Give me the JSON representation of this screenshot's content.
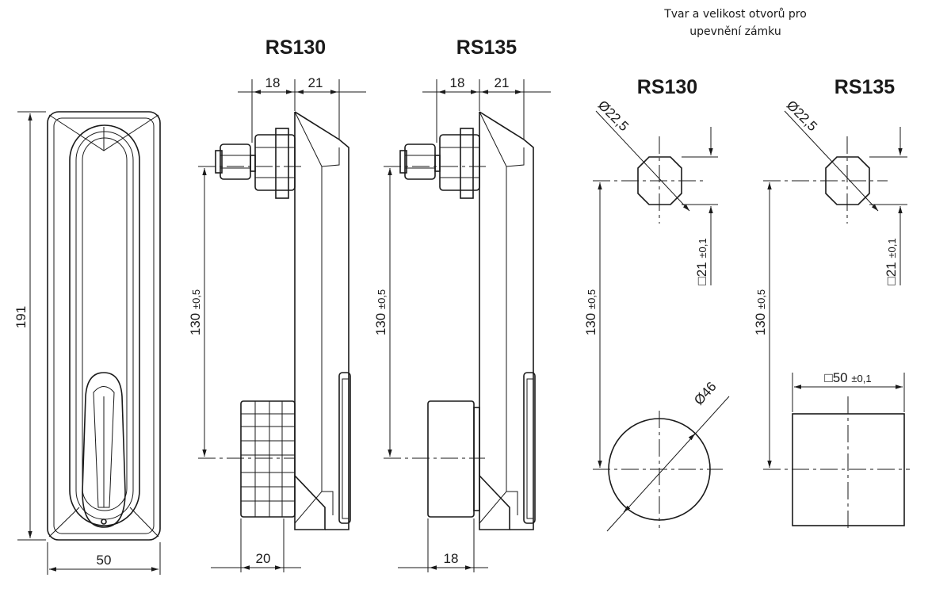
{
  "note": {
    "line1": "Tvar a velikost otvorů pro",
    "line2": "upevnění zámku"
  },
  "titles": {
    "side_rs130": "RS130",
    "side_rs135": "RS135",
    "hole_rs130": "RS130",
    "hole_rs135": "RS135"
  },
  "front_view": {
    "height": "191",
    "width": "50"
  },
  "side_rs130": {
    "dim_a": "18",
    "dim_b": "21",
    "spacing": "130",
    "spacing_tol": "±0,5",
    "bottom": "20"
  },
  "side_rs135": {
    "dim_a": "18",
    "dim_b": "21",
    "spacing": "130",
    "spacing_tol": "±0,5",
    "bottom": "18"
  },
  "hole_rs130": {
    "diameter_top": "Ø22,5",
    "square": "□21",
    "square_tol": "±0,1",
    "spacing": "130",
    "spacing_tol": "±0,5",
    "diameter_bottom": "Ø46"
  },
  "hole_rs135": {
    "diameter_top": "Ø22,5",
    "square": "□21",
    "square_tol": "±0,1",
    "spacing": "130",
    "spacing_tol": "±0,5",
    "square_bottom": "□50",
    "square_bottom_tol": "±0,1"
  }
}
